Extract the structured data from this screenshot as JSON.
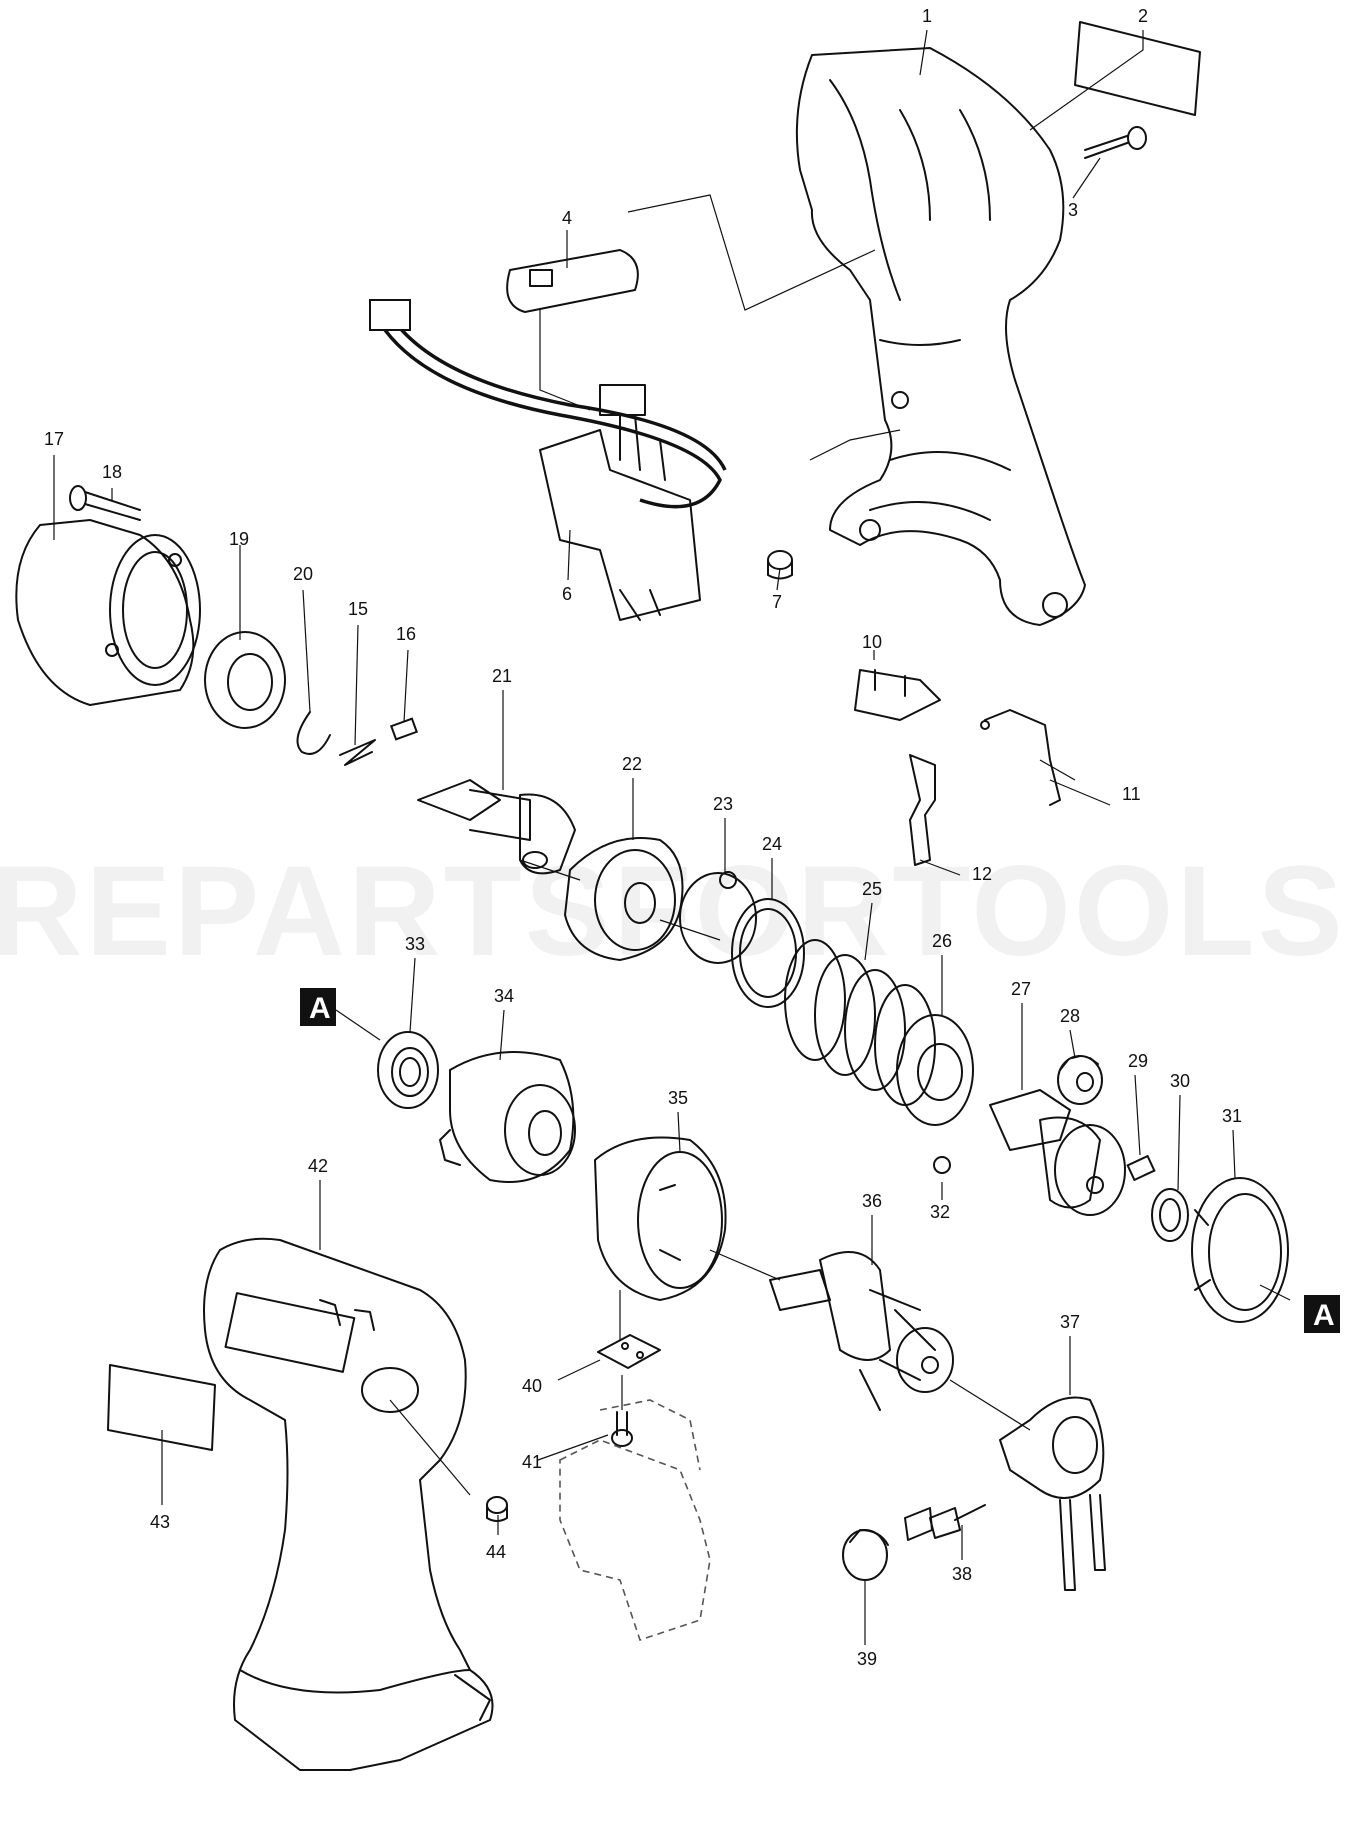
{
  "diagram": {
    "watermark": "REPARTSFORTOOLS.COM",
    "reference_marks": [
      "A",
      "A"
    ],
    "parts": {
      "p1": "1",
      "p2": "2",
      "p3": "3",
      "p4": "4",
      "p6": "6",
      "p7": "7",
      "p10": "10",
      "p11": "11",
      "p12": "12",
      "p15": "15",
      "p16": "16",
      "p17": "17",
      "p18": "18",
      "p19": "19",
      "p20": "20",
      "p21": "21",
      "p22": "22",
      "p23": "23",
      "p24": "24",
      "p25": "25",
      "p26": "26",
      "p27": "27",
      "p28": "28",
      "p29": "29",
      "p30": "30",
      "p31": "31",
      "p32": "32",
      "p33": "33",
      "p34": "34",
      "p35": "35",
      "p36": "36",
      "p37": "37",
      "p38": "38",
      "p39": "39",
      "p40": "40",
      "p41": "41",
      "p42": "42",
      "p43": "43",
      "p44": "44"
    }
  }
}
